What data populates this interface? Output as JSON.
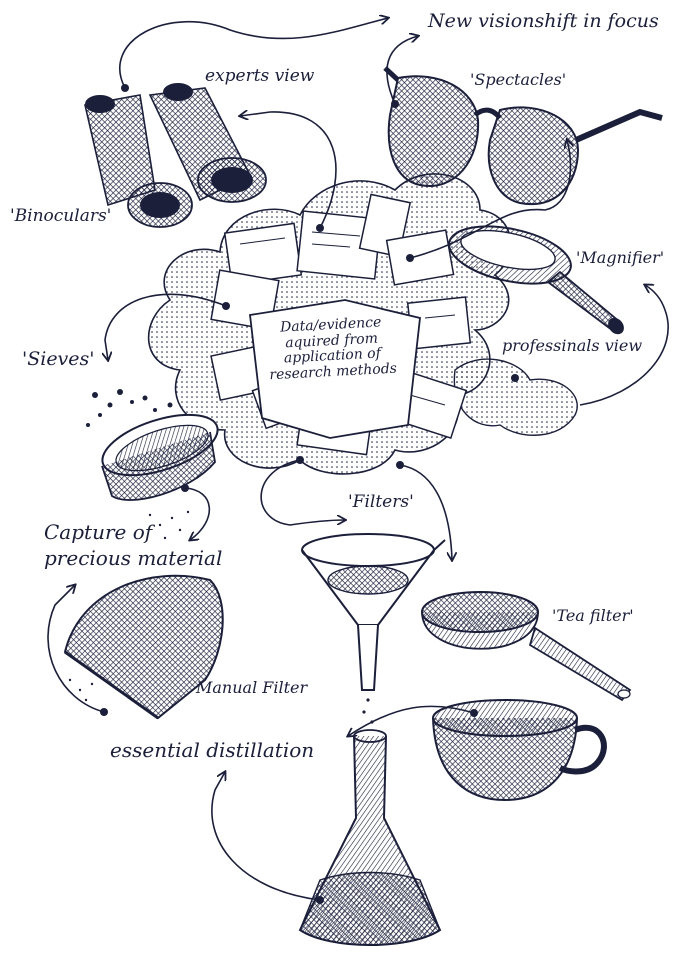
{
  "colors": {
    "ink": "#1b1f3a",
    "paper": "#ffffff"
  },
  "center": {
    "lines": [
      "Data/evidence",
      "aquired from",
      "application of",
      "research methods"
    ]
  },
  "labels": {
    "new_vision": "New visionshift in focus",
    "spectacles": "'Spectacles'",
    "experts_view": "experts view",
    "binoculars": "'Binoculars'",
    "magnifier": "'Magnifier'",
    "professionals_view": "professinals view",
    "sieves": "'Sieves'",
    "filters": "'Filters'",
    "capture_line1": "Capture of",
    "capture_line2": "precious material",
    "tea_filter": "'Tea filter'",
    "manual_filter": "Manual Filter",
    "essential_distillation": "essential distillation"
  },
  "icons": [
    "binoculars-icon",
    "spectacles-icon",
    "magnifier-icon",
    "sieve-icon",
    "funnel-icon",
    "tea-filter-icon",
    "cup-icon",
    "dustpan-icon",
    "flask-icon",
    "data-cloud-icon"
  ]
}
